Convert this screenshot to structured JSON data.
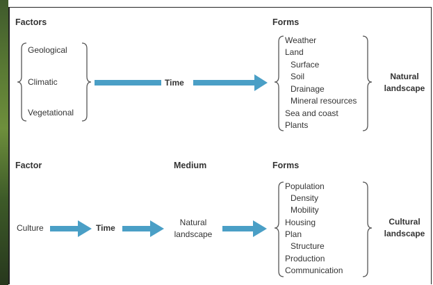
{
  "colors": {
    "arrow": "#4a9fc6",
    "text": "#333333",
    "bracket": "#555555"
  },
  "natural": {
    "factors_heading": "Factors",
    "forms_heading": "Forms",
    "factors": [
      "Geological",
      "Climatic",
      "Vegetational"
    ],
    "time_label": "Time",
    "forms": [
      "Weather",
      "Land",
      "Surface",
      "Soil",
      "Drainage",
      "Mineral resources",
      "Sea and coast",
      "Plants"
    ],
    "result": [
      "Natural",
      "landscape"
    ]
  },
  "cultural": {
    "factor_heading": "Factor",
    "medium_heading": "Medium",
    "forms_heading": "Forms",
    "factor": "Culture",
    "time_label": "Time",
    "medium": [
      "Natural",
      "landscape"
    ],
    "forms": [
      "Population",
      "Density",
      "Mobility",
      "Housing",
      "Plan",
      "Structure",
      "Production",
      "Communication"
    ],
    "result": [
      "Cultural",
      "landscape"
    ]
  }
}
